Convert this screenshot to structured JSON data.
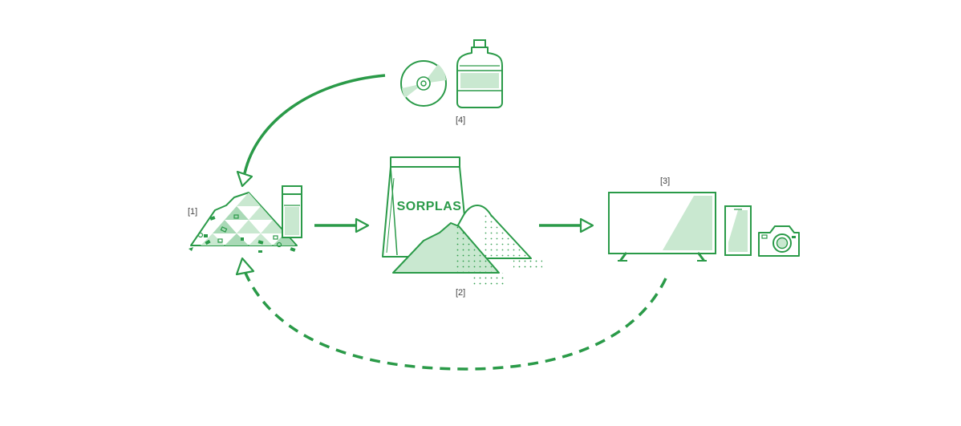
{
  "colors": {
    "primary": "#2a9a48",
    "light_fill": "#c9e8d0",
    "mid_fill": "#a9d9b6",
    "label": "#444444"
  },
  "labels": {
    "raw_material": "[1]",
    "sorplas_material": "[2]",
    "products": "[3]",
    "recovered_waste": "[4]"
  },
  "bag": {
    "brand": "SORPLAS"
  },
  "icons": {
    "raw_material": "plastic-pile-icon",
    "container": "container-icon",
    "material_bag": "material-bag-icon",
    "resin_piles": "resin-pile-icon",
    "tv": "television-icon",
    "phone": "smartphone-icon",
    "camera": "camera-icon",
    "disc": "disc-icon",
    "water_jug": "water-jug-icon"
  }
}
